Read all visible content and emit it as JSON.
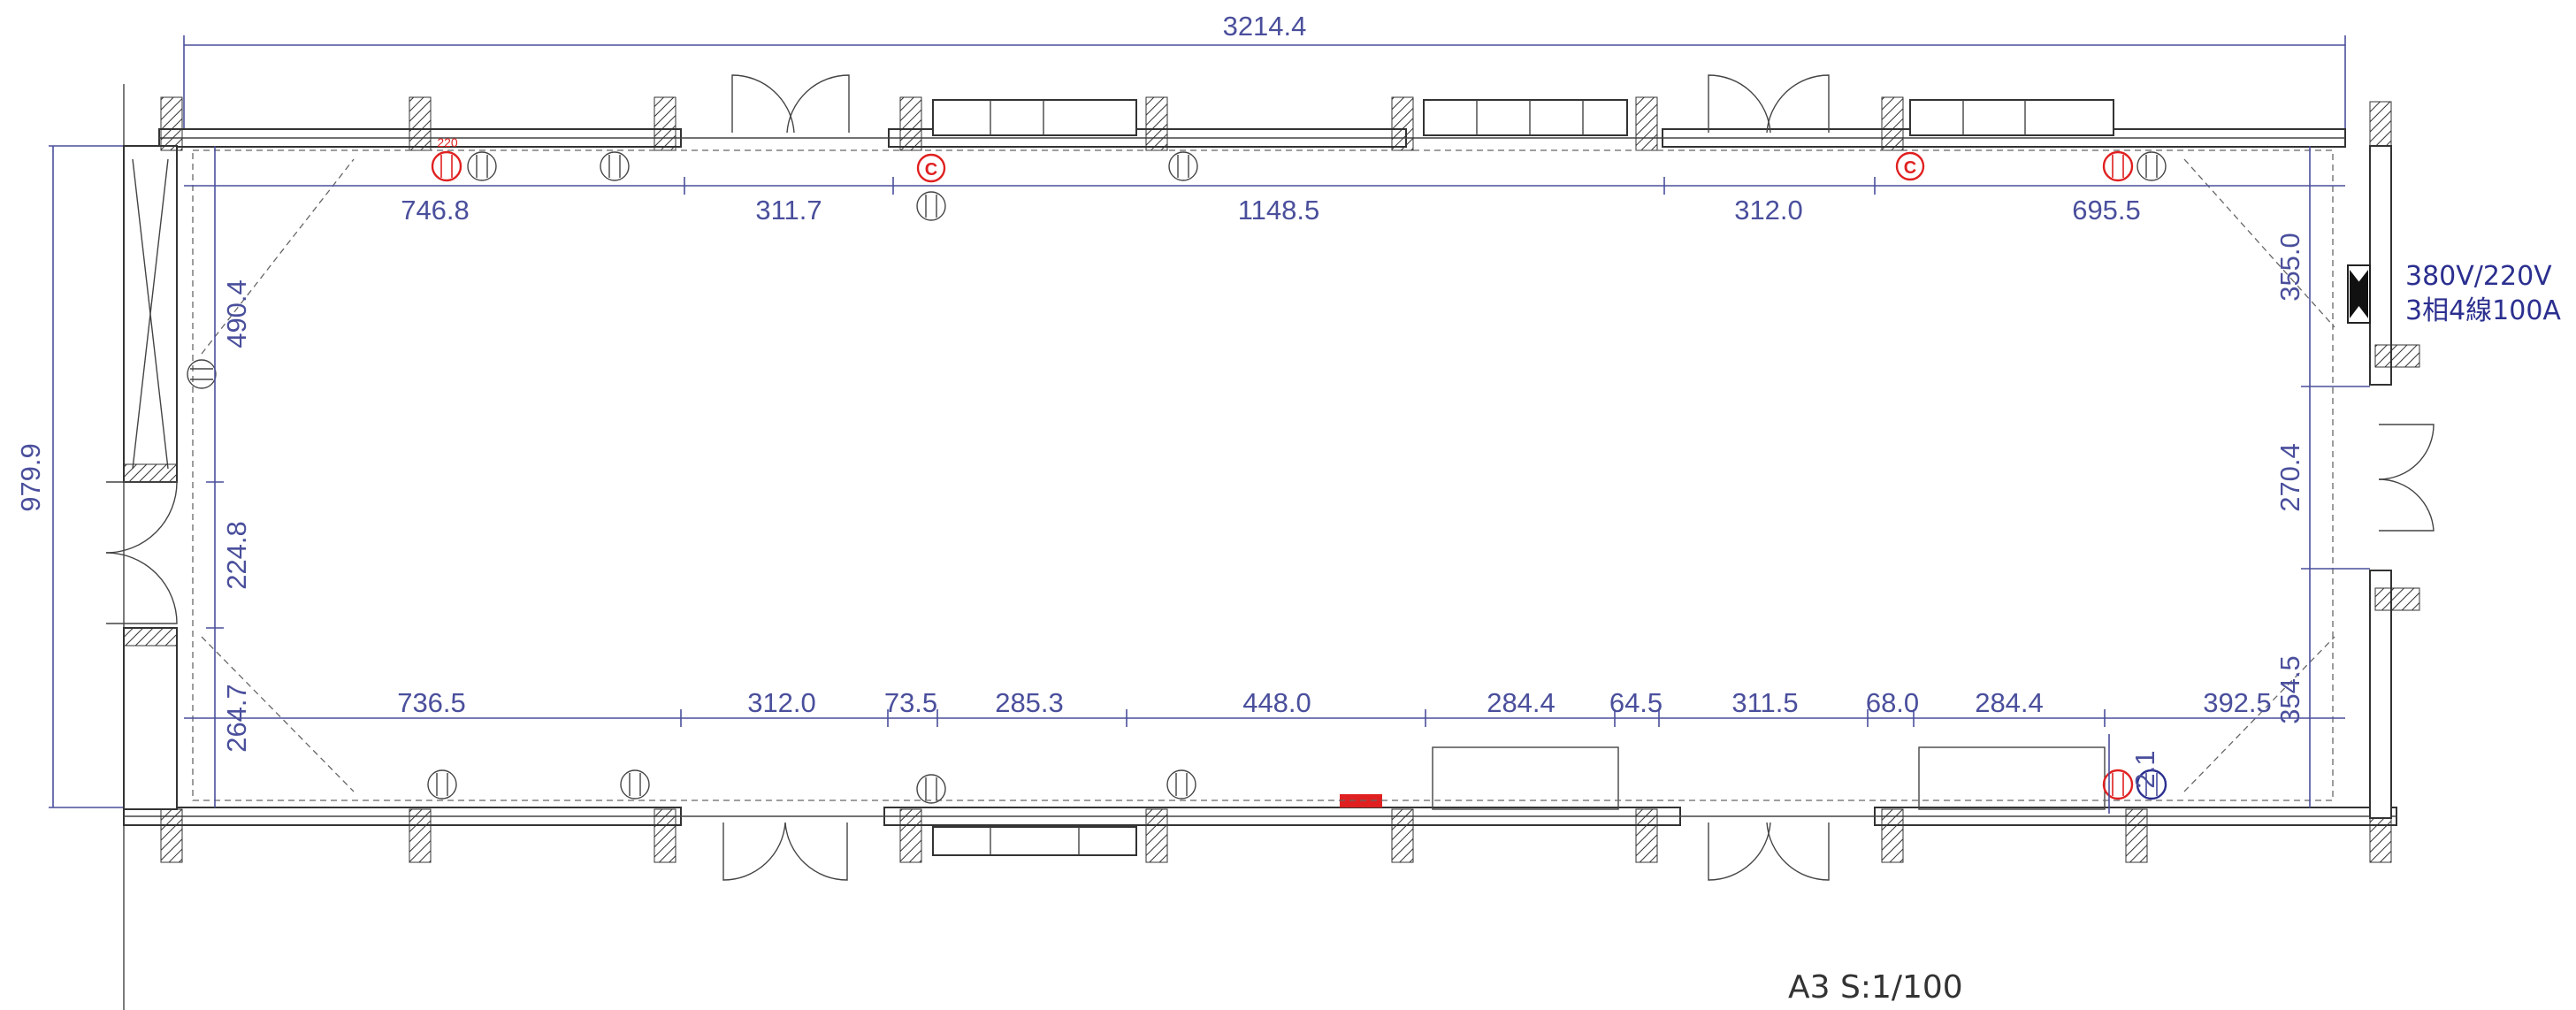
{
  "plan": {
    "overall_width": "3214.4",
    "overall_depth": "979.9",
    "top_segments": [
      "746.8",
      "311.7",
      "1148.5",
      "312.0",
      "695.5"
    ],
    "bottom_segments": [
      "736.5",
      "312.0",
      "73.5",
      "285.3",
      "448.0",
      "284.4",
      "64.5",
      "311.5",
      "68.0",
      "284.4",
      "392.5"
    ],
    "left_segments": [
      "490.4",
      "224.8",
      "264.7"
    ],
    "right_segments": [
      "355.0",
      "270.4",
      "354.5"
    ],
    "small_label": "2.1",
    "outlet_label": "220",
    "power_note_line1": "380V/220V",
    "power_note_line2": "3相4線100A",
    "scale_note": "A3  S:1/100"
  }
}
